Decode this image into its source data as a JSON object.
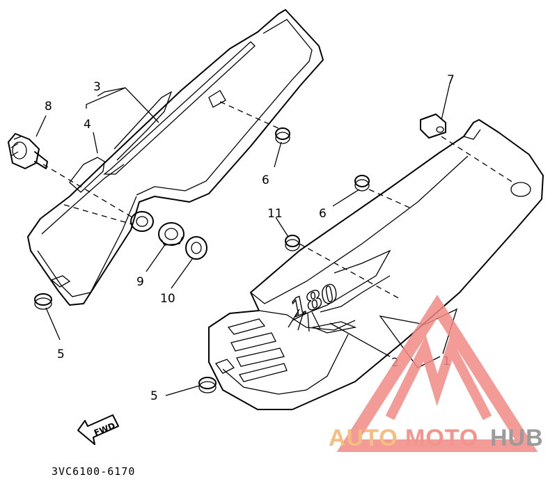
{
  "callouts": {
    "c1": "1",
    "c2": "2",
    "c3": "3",
    "c4": "4",
    "c5_left": "5",
    "c5_bottom": "5",
    "c6_left": "6",
    "c6_right": "6",
    "c7": "7",
    "c8": "8",
    "c9": "9",
    "c10": "10",
    "c11": "11"
  },
  "direction_label": "FWD",
  "cover_badge": "180",
  "diagram_code": "3VC6100-6170",
  "watermark": {
    "part1": "AUTO",
    "part2": "MOTO",
    "part3": "HUB",
    "colors": {
      "auto": "#f5b26b",
      "moto": "#f0837a",
      "hub": "#8a8a8a",
      "triangle": "#f08a86"
    }
  }
}
